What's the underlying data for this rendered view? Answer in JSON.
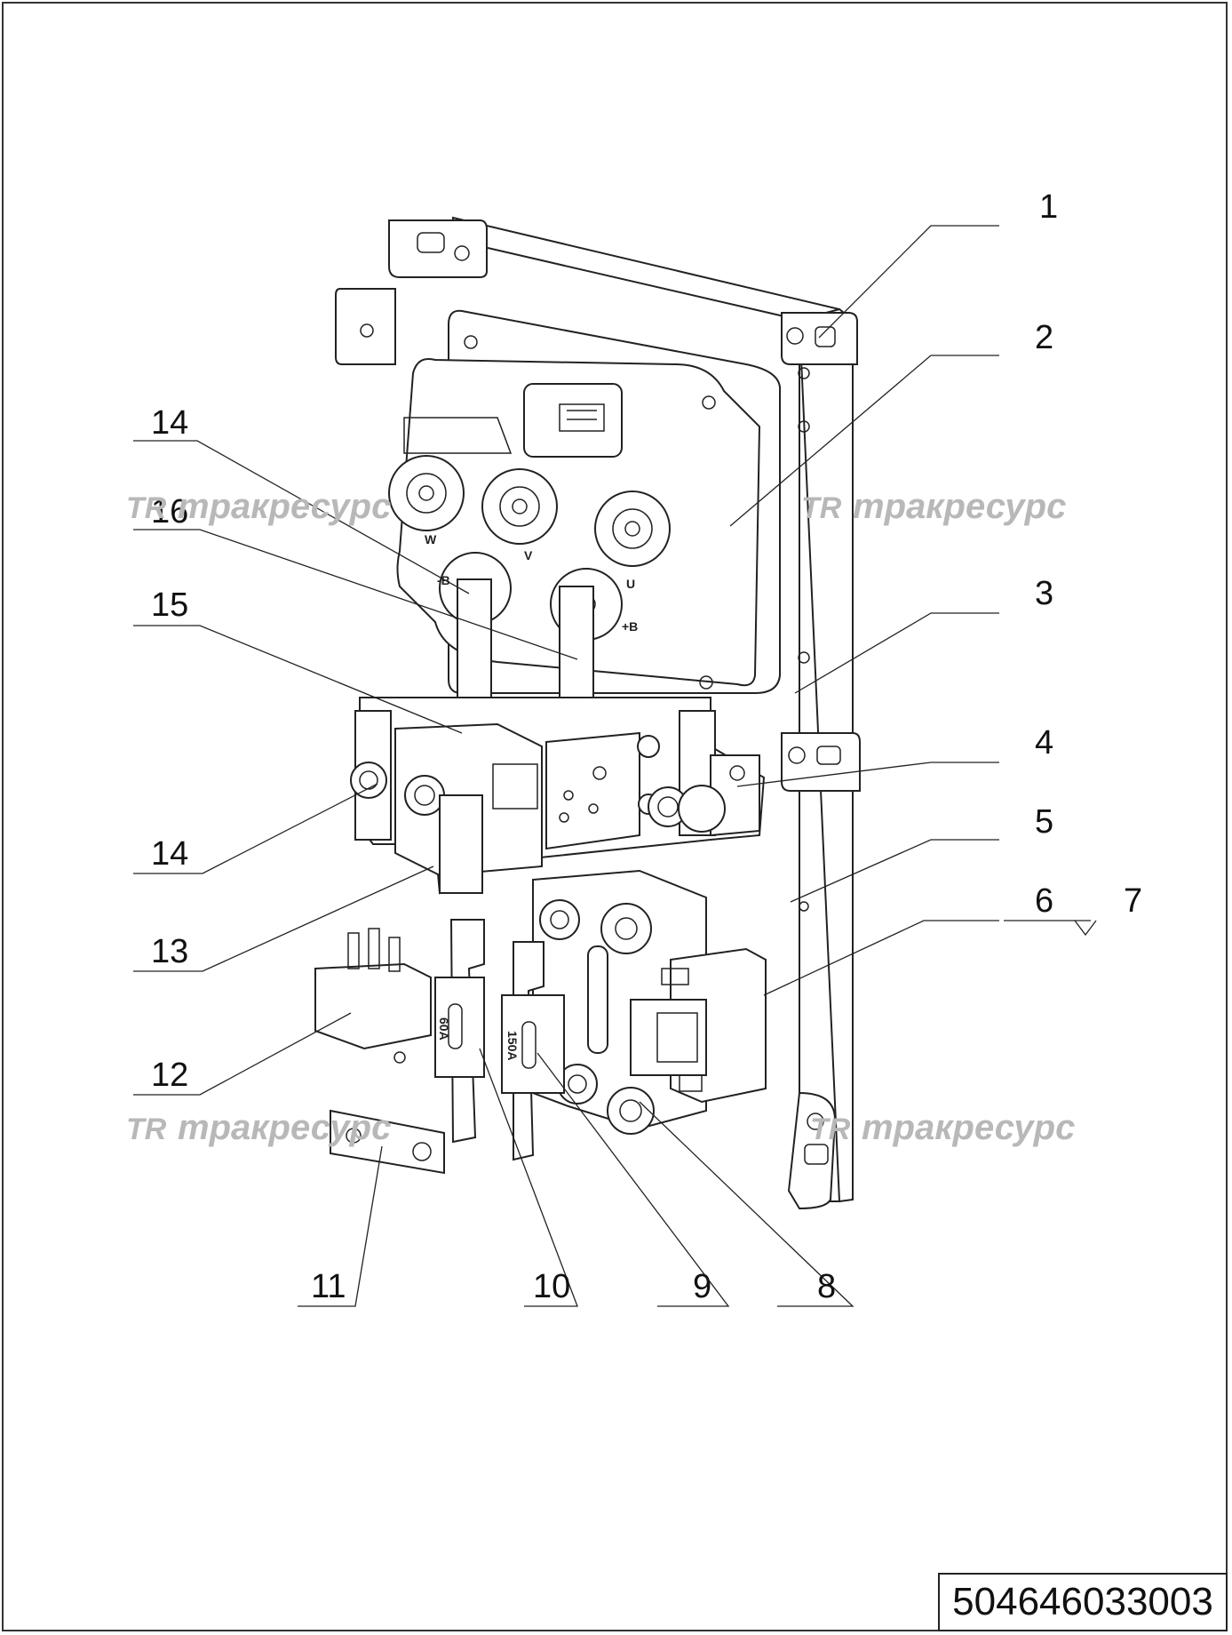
{
  "drawing": {
    "callouts": [
      "1",
      "2",
      "3",
      "4",
      "5",
      "6",
      "7",
      "8",
      "9",
      "10",
      "11",
      "12",
      "13",
      "14",
      "15",
      "16",
      "14"
    ],
    "component_labels": {
      "terminal_w": "W",
      "terminal_v": "V",
      "terminal_u": "U",
      "terminal_b_minus": "-B",
      "terminal_b_plus": "+B",
      "fuse_60": "60A",
      "fuse_150": "150A"
    },
    "watermark": {
      "logo": "TR",
      "text": "тракресурс"
    },
    "drawing_number": "504646033003"
  }
}
